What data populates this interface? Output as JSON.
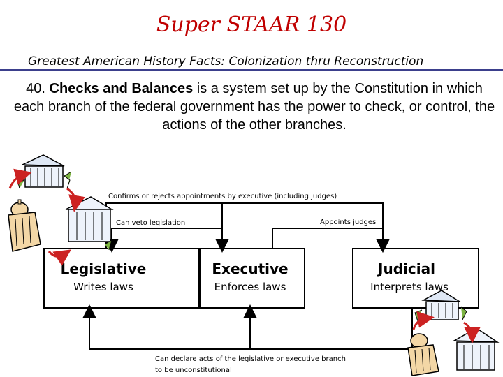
{
  "header": {
    "title": "Super STAAR 130",
    "subtitle": "Greatest American History Facts: Colonization thru Reconstruction"
  },
  "fact": {
    "number": "40.",
    "term": "Checks and Balances",
    "text": "is a system set up by the Constitution in which each branch of the federal government has the power to check, or control, the actions of the other branches."
  },
  "diagram": {
    "branches": [
      {
        "name": "Legislative",
        "role": "Writes laws"
      },
      {
        "name": "Executive",
        "role": "Enforces laws"
      },
      {
        "name": "Judicial",
        "role": "Interprets laws"
      }
    ],
    "arrows": {
      "confirms": "Confirms or rejects appointments by executive (including judges)",
      "veto": "Can veto legislation",
      "appoints": "Appoints judges",
      "declare_line1": "Can declare acts of the legislative or executive branch",
      "declare_line2": "to be unconstitutional"
    },
    "colors": {
      "accent_red": "#c00000",
      "rule_blue": "#3b3f8c",
      "arrow_red": "#cc2222"
    }
  }
}
